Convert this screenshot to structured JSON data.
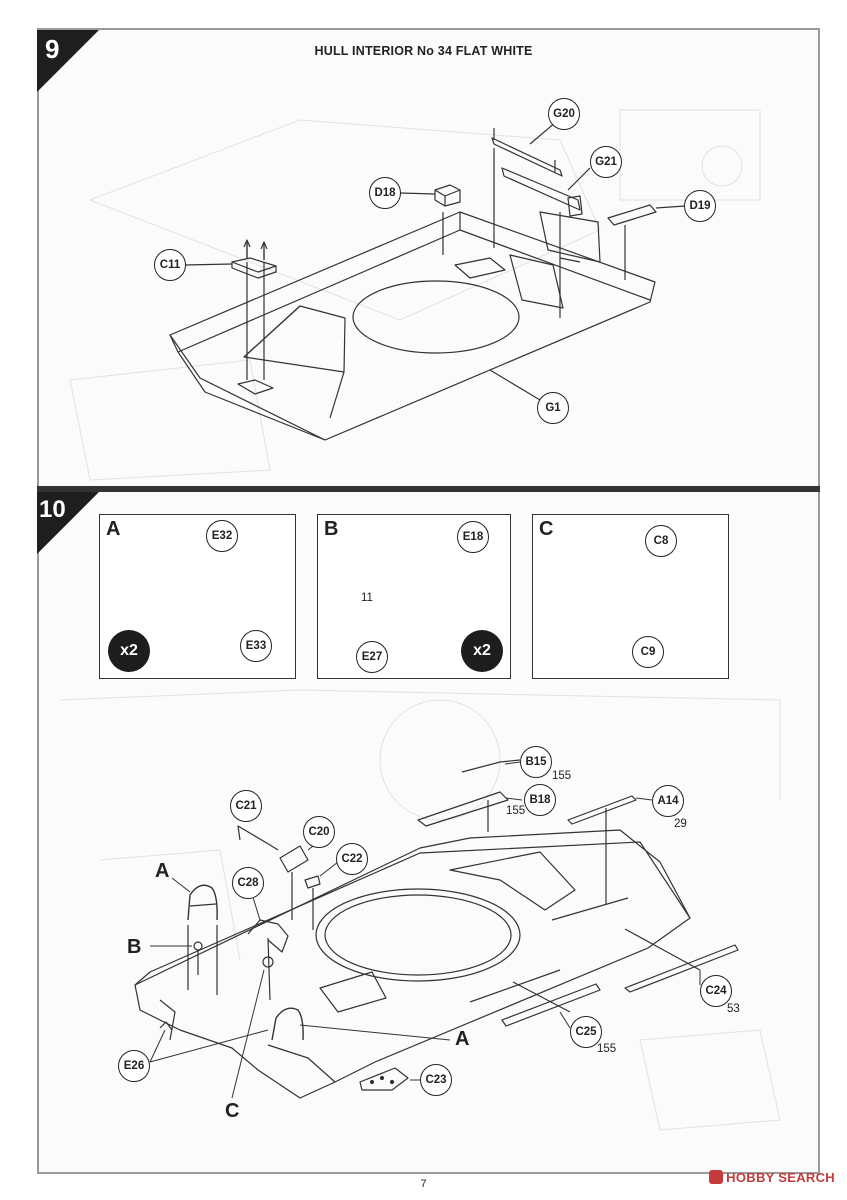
{
  "page_number": "7",
  "watermark": "HOBBY SEARCH",
  "step9": {
    "number": "9",
    "title": "HULL INTERIOR No 34 FLAT WHITE",
    "callouts": [
      "G20",
      "G21",
      "D18",
      "D19",
      "C11",
      "G1"
    ]
  },
  "step10": {
    "number": "10",
    "box_a": {
      "letter": "A",
      "parts": [
        "E32",
        "E33"
      ],
      "qty": "x2"
    },
    "box_b": {
      "letter": "B",
      "parts": [
        "E18",
        "E27"
      ],
      "paint": "11",
      "qty": "x2"
    },
    "box_c": {
      "letter": "C",
      "parts": [
        "C8",
        "C9"
      ]
    },
    "callouts": {
      "B15": {
        "label": "B15",
        "paint": "155"
      },
      "B18": {
        "label": "B18",
        "paint": "155"
      },
      "A14": {
        "label": "A14",
        "paint": "29"
      },
      "C24": {
        "label": "C24",
        "paint": "53"
      },
      "C25": {
        "label": "C25",
        "paint": "155"
      },
      "C21": {
        "label": "C21"
      },
      "C20": {
        "label": "C20"
      },
      "C22": {
        "label": "C22"
      },
      "C28": {
        "label": "C28"
      },
      "C23": {
        "label": "C23"
      },
      "E26": {
        "label": "E26"
      }
    },
    "subassembly_markers": {
      "a1": "A",
      "a2": "A",
      "b": "B",
      "c": "C"
    }
  }
}
